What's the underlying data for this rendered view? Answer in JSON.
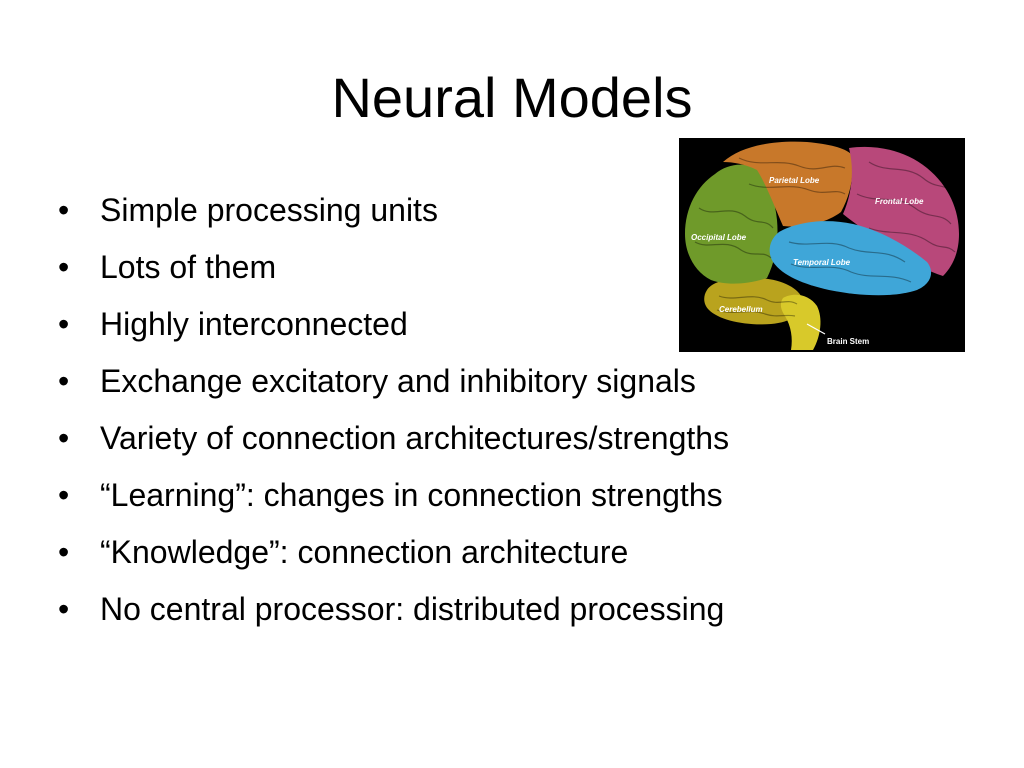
{
  "slide": {
    "title": "Neural Models",
    "bullets": [
      "Simple processing units",
      "Lots of them",
      "Highly interconnected",
      "Exchange excitatory and inhibitory signals",
      "Variety of connection architectures/strengths",
      "“Learning”: changes in connection strengths",
      "“Knowledge”: connection architecture",
      "No central processor: distributed processing"
    ],
    "bullet_glyph": "•"
  },
  "brain_figure": {
    "labels": {
      "parietal": "Parietal Lobe",
      "frontal": "Frontal Lobe",
      "occipital": "Occipital Lobe",
      "temporal": "Temporal Lobe",
      "cerebellum": "Cerebellum",
      "brain_stem": "Brain Stem"
    },
    "colors": {
      "background": "#000000",
      "parietal": "#c8782a",
      "frontal": "#b8487a",
      "occipital": "#6f9a2a",
      "temporal": "#3fa6d8",
      "cerebellum": "#b9a31e",
      "brain_stem": "#d8c92a"
    }
  }
}
